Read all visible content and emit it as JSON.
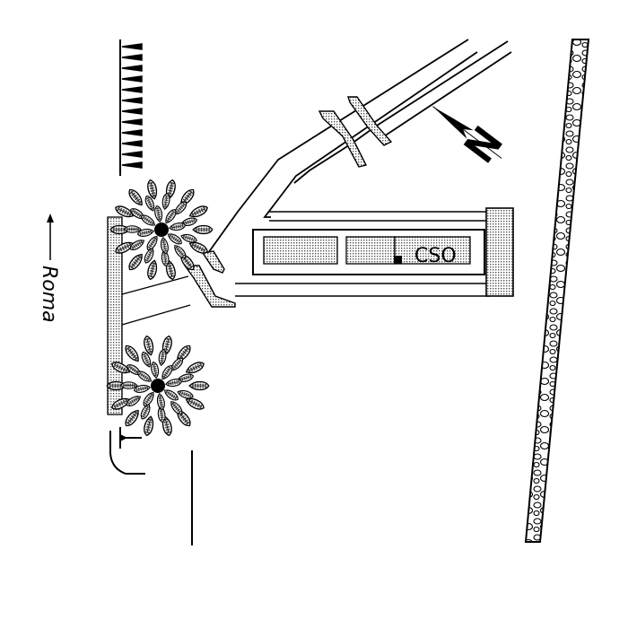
{
  "map": {
    "place_label": "CSO",
    "direction_label": "Roma",
    "north_letter": "N",
    "colors": {
      "ink": "#000000",
      "paper": "#ffffff",
      "hatch": "#9a9a9a"
    }
  }
}
